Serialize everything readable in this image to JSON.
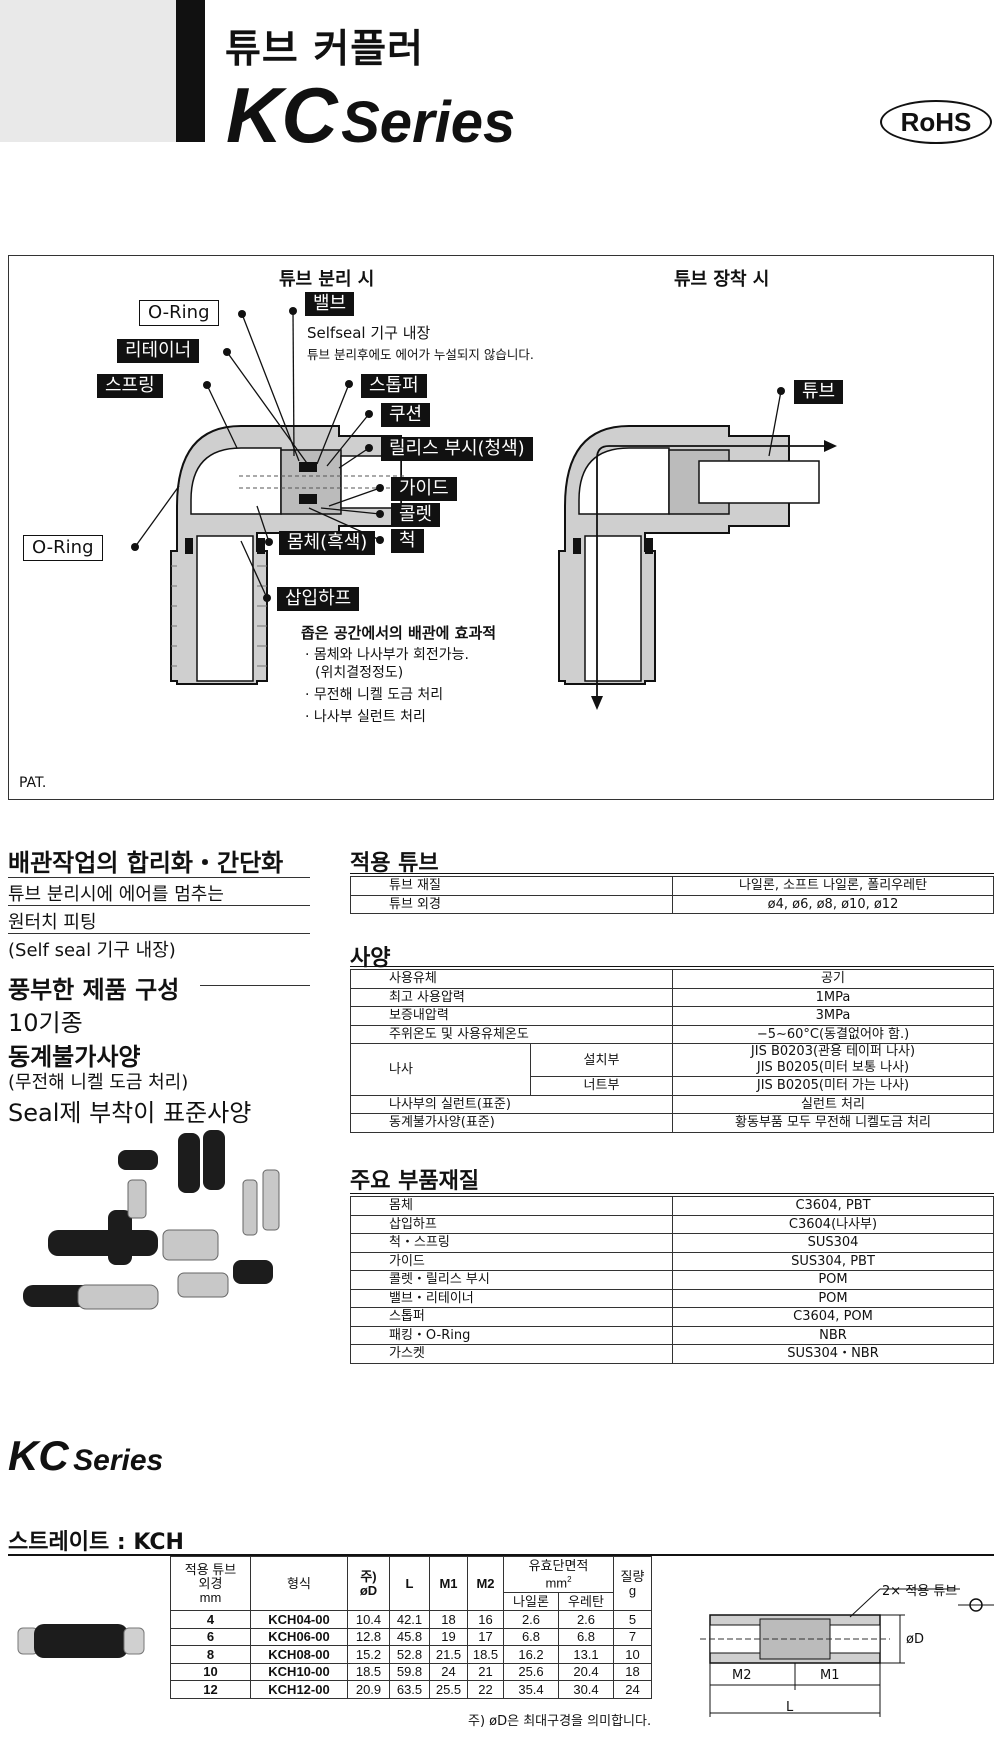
{
  "header": {
    "title_ko": "튜브 커플러",
    "series_main": "KC",
    "series_sub": "Series",
    "rohs": "RoHS"
  },
  "diagram": {
    "left_title": "튜브 분리 시",
    "right_title": "튜브 장착 시",
    "labels": {
      "oring_top": "O-Ring",
      "retainer": "리테이너",
      "spring": "스프링",
      "oring_bottom": "O-Ring",
      "valve": "밸브",
      "stopper": "스톱퍼",
      "cushion": "쿠션",
      "release_bush": "릴리스 부시(청색)",
      "guide": "가이드",
      "collet": "콜렛",
      "chuck": "척",
      "body": "몸체(흑색)",
      "insert": "삽입하프",
      "tube": "튜브"
    },
    "valve_note_1": "Selfseal 기구 내장",
    "valve_note_2": "튜브 분리후에도 에어가 누설되지 않습니다.",
    "insert_note_title": "좁은 공간에서의 배관에 효과적",
    "insert_note_1": "· 몸체와 나사부가 회전가능.",
    "insert_note_1b": "(위치결정정도)",
    "insert_note_2": "· 무전해 니켈 도금 처리",
    "insert_note_3": "· 나사부 실런트 처리",
    "pat": "PAT."
  },
  "features": {
    "f1": "배관작업의 합리화・간단화",
    "f1a": "튜브 분리시에 에어를 멈추는",
    "f1b": "원터치 피팅",
    "f1c": "(Self seal 기구 내장)",
    "f2": "풍부한 제품 구성",
    "f2a": "10기종",
    "f3": "동계불가사양",
    "f3a": "(무전해 니켈 도금 처리)",
    "f4": "Seal제 부착이 표준사양"
  },
  "tube": {
    "title": "적용 튜브",
    "rows": [
      {
        "k": "튜브 재질",
        "v": "나일론, 소프트 나일론, 폴리우레탄"
      },
      {
        "k": "튜브 외경",
        "v": "ø4, ø6, ø8, ø10, ø12"
      }
    ]
  },
  "spec": {
    "title": "사양",
    "fluid_k": "사용유체",
    "fluid_v": "공기",
    "maxp_k": "최고 사용압력",
    "maxp_v": "1MPa",
    "proof_k": "보증내압력",
    "proof_v": "3MPa",
    "temp_k": "주위온도 및 사용유체온도",
    "temp_v": "−5∼60°C(동결없어야 함.)",
    "thread_k": "나사",
    "install_k": "설치부",
    "install_v1": "JIS B0203(관용 테이퍼 나사)",
    "install_v2": "JIS B0205(미터 보통 나사)",
    "nut_k": "너트부",
    "nut_v": "JIS B0205(미터 가는 나사)",
    "sealant_k": "나사부의 실런트(표준)",
    "sealant_v": "실런트 처리",
    "frost_k": "동계불가사양(표준)",
    "frost_v": "황동부품 모두 무전해 니켈도금 처리"
  },
  "material": {
    "title": "주요 부품재질",
    "rows": [
      {
        "k": "몸체",
        "v": "C3604, PBT"
      },
      {
        "k": "삽입하프",
        "v": "C3604(나사부)"
      },
      {
        "k": "척・스프링",
        "v": "SUS304"
      },
      {
        "k": "가이드",
        "v": "SUS304, PBT"
      },
      {
        "k": "콜렛・릴리스 부시",
        "v": "POM"
      },
      {
        "k": "밸브・리테이너",
        "v": "POM"
      },
      {
        "k": "스톱퍼",
        "v": "C3604, POM"
      },
      {
        "k": "패킹・O-Ring",
        "v": "NBR"
      },
      {
        "k": "가스켓",
        "v": "SUS304・NBR"
      }
    ]
  },
  "kch": {
    "series_main": "KC",
    "series_sub": "Series",
    "title": "스트레이트 : KCH",
    "h_tube_1": "적용 튜브",
    "h_tube_2": "외경",
    "h_tube_3": "mm",
    "h_model": "형식",
    "h_note": "주)",
    "h_od": "øD",
    "h_l": "L",
    "h_m1": "M1",
    "h_m2": "M2",
    "h_area": "유효단면적",
    "h_area_unit": "mm",
    "h_area_sup": "2",
    "h_nylon": "나일론",
    "h_urethane": "우레탄",
    "h_weight": "질량",
    "h_weight_unit": "g",
    "rows": [
      {
        "tube": "4",
        "model": "KCH04-00",
        "od": "10.4",
        "l": "42.1",
        "m1": "18",
        "m2": "16",
        "ny": "2.6",
        "ur": "2.6",
        "wt": "5"
      },
      {
        "tube": "6",
        "model": "KCH06-00",
        "od": "12.8",
        "l": "45.8",
        "m1": "19",
        "m2": "17",
        "ny": "6.8",
        "ur": "6.8",
        "wt": "7"
      },
      {
        "tube": "8",
        "model": "KCH08-00",
        "od": "15.2",
        "l": "52.8",
        "m1": "21.5",
        "m2": "18.5",
        "ny": "16.2",
        "ur": "13.1",
        "wt": "10"
      },
      {
        "tube": "10",
        "model": "KCH10-00",
        "od": "18.5",
        "l": "59.8",
        "m1": "24",
        "m2": "21",
        "ny": "25.6",
        "ur": "20.4",
        "wt": "18"
      },
      {
        "tube": "12",
        "model": "KCH12-00",
        "od": "20.9",
        "l": "63.5",
        "m1": "25.5",
        "m2": "22",
        "ny": "35.4",
        "ur": "30.4",
        "wt": "24"
      }
    ],
    "footnote": "주) øD은 최대구경을 의미합니다.",
    "dwg_tube": "2× 적용 튜브",
    "dwg_od": "øD",
    "dwg_m2": "M2",
    "dwg_m1": "M1",
    "dwg_l": "L"
  }
}
